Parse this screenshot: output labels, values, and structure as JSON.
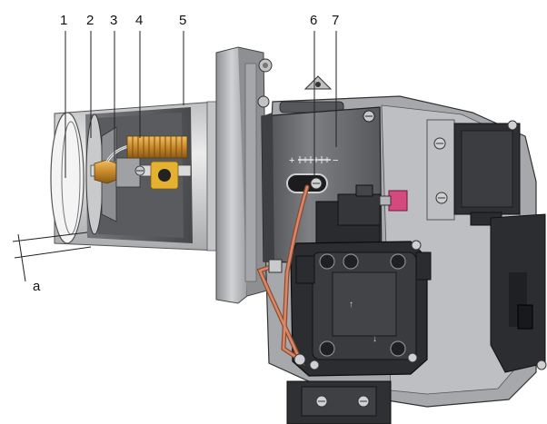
{
  "callouts": {
    "c1": "1",
    "c2": "2",
    "c3": "3",
    "c4": "4",
    "c5": "5",
    "c6": "6",
    "c7": "7",
    "ca": "a"
  },
  "scale_marks": {
    "plus": "+",
    "minus": "−"
  },
  "colors": {
    "body_dark": "#2e2e30",
    "housing_grey": "#9a9a9c",
    "tube_light": "#d8d8da",
    "flange": "#b4b6b9",
    "brass": "#d8a03c",
    "copper_pipe": "#c77252",
    "pink_connector": "#d44a7e"
  }
}
